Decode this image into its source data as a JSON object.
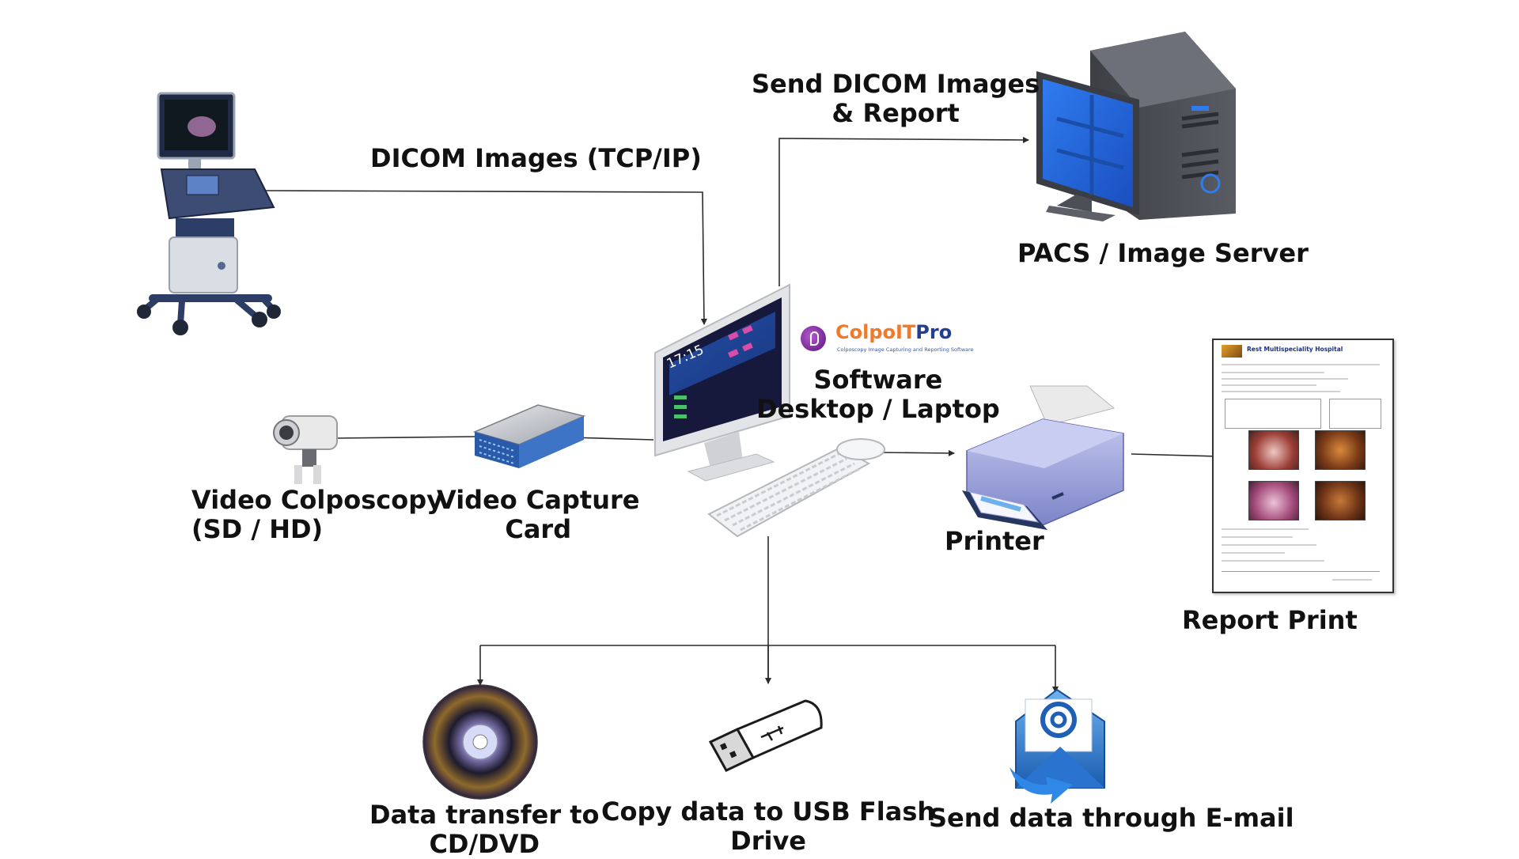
{
  "labels": {
    "dicom_tcp": "DICOM Images (TCP/IP)",
    "send_dicom": [
      "Send DICOM Images",
      "& Report"
    ],
    "pacs": "PACS / Image Server",
    "software": [
      "Software",
      "Desktop / Laptop"
    ],
    "video_colposcopy": [
      "Video Colposcopy",
      "(SD / HD)"
    ],
    "capture_card": [
      "Video Capture",
      "Card"
    ],
    "printer": "Printer",
    "report_print": "Report  Print",
    "cd": [
      "Data transfer to",
      "CD/DVD"
    ],
    "usb": [
      "Copy  data to USB Flash",
      "Drive"
    ],
    "email": "Send data through E-mail"
  },
  "logo": {
    "name_main": "ColpoIT",
    "name_accent": "Pro",
    "tagline": "Colposcopy Image Capturing and Reporting Software"
  },
  "monitor": {
    "time": "17:15"
  },
  "report": {
    "hospital": "Rest Multispeciality Hospital"
  },
  "colors": {
    "text": "#111111",
    "line": "#2b2b2b",
    "logo_orange": "#f07a2a",
    "logo_blue": "#233f93",
    "screen_blue": "#2f7cf0",
    "device_navy": "#26365e",
    "printer_lavender": "#9aa0d8"
  },
  "icons": [
    "ultrasound-machine-icon",
    "colposcope-camera-icon",
    "capture-card-icon",
    "desktop-computer-icon",
    "keyboard-icon",
    "mouse-icon",
    "pacs-server-icon",
    "printer-icon",
    "report-page-icon",
    "cd-disc-icon",
    "usb-drive-icon",
    "email-icon"
  ]
}
